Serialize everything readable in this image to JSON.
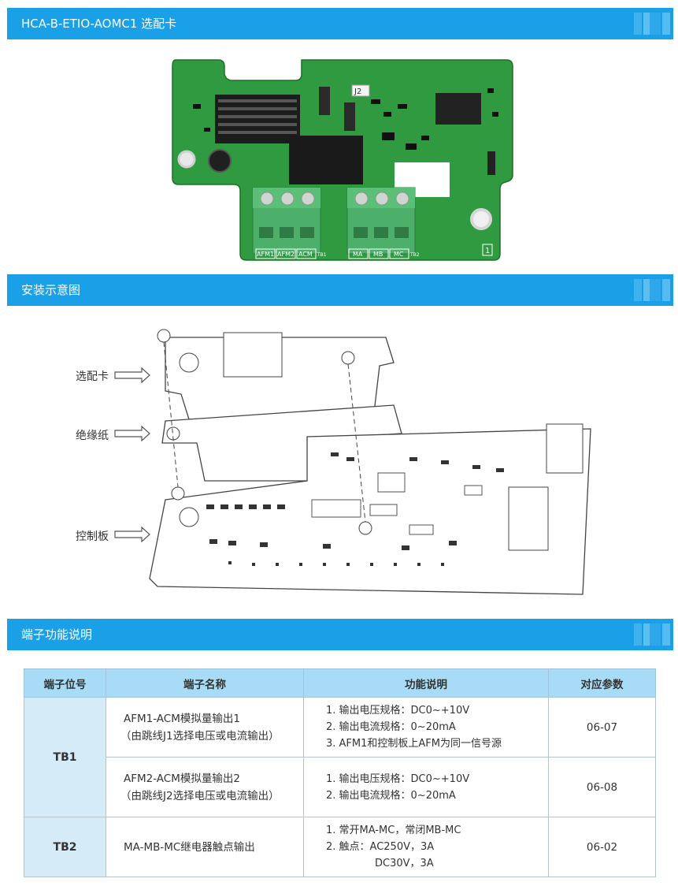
{
  "sections": {
    "card_title": "HCA-B-ETIO-AOMC1 选配卡",
    "install_title": "安装示意图",
    "terminal_title": "端子功能说明"
  },
  "board": {
    "terminals_tb1": [
      "AFM1",
      "AFM2",
      "ACM"
    ],
    "tb1_label": "TB1",
    "terminals_tb2": [
      "MA",
      "MB",
      "MC"
    ],
    "tb2_label": "TB2",
    "jumper_label": "J2",
    "id_mark": "1"
  },
  "install": {
    "label_card": "选配卡",
    "label_paper": "绝缘纸",
    "label_control": "控制板"
  },
  "table": {
    "headers": [
      "端子位号",
      "端子名称",
      "功能说明",
      "对应参数"
    ],
    "rows": [
      {
        "pos": "TB1",
        "name_1": "AFM1-ACM模拟量输出1",
        "name_2": "（由跳线J1选择电压或电流输出）",
        "desc": [
          "1. 输出电压规格：DC0~+10V",
          "2. 输出电流规格：0~20mA",
          "3. AFM1和控制板上AFM为同一信号源"
        ],
        "param": "06-07"
      },
      {
        "name_1": "AFM2-ACM模拟量输出2",
        "name_2": "（由跳线J2选择电压或电流输出）",
        "desc": [
          "1. 输出电压规格：DC0~+10V",
          "2. 输出电流规格：0~20mA"
        ],
        "param": "06-08"
      },
      {
        "pos": "TB2",
        "name_1": "MA-MB-MC继电器触点输出",
        "desc": [
          "1. 常开MA-MC，常闭MB-MC",
          "2. 触点：AC250V，3A",
          "DC30V，3A"
        ],
        "param": "06-02"
      }
    ]
  }
}
